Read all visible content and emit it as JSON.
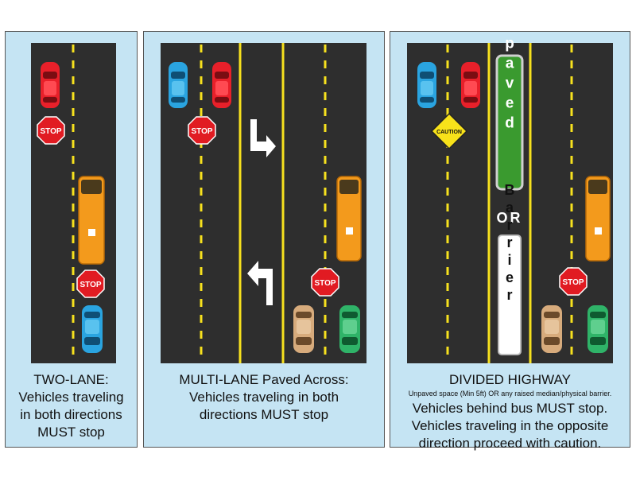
{
  "panels": [
    {
      "title": "TWO-LANE:",
      "caption_lines": [
        "Vehicles traveling",
        "in both directions",
        "MUST stop"
      ],
      "stop_label": "STOP"
    },
    {
      "title": "MULTI-LANE Paved Across:",
      "caption_lines": [
        "Vehicles traveling in both",
        "directions MUST stop"
      ],
      "stop_label": "STOP"
    },
    {
      "title": "DIVIDED HIGHWAY",
      "note": "Unpaved space (Min 5ft) OR any raised median/physical barrier.",
      "caption_lines": [
        "Vehicles behind bus MUST stop.",
        "Vehicles traveling in the opposite",
        "direction proceed with caution."
      ],
      "stop_label": "STOP",
      "caution_label": "CAUTION",
      "median_unpaved": "Unpaved",
      "median_or": "OR",
      "median_barrier": "Barrier"
    }
  ],
  "colors": {
    "road": "#2e2e2e",
    "lane_line": "#f7e11e",
    "panel_bg": "#c5e4f3",
    "bus": "#f39a1c",
    "stop_red": "#e11b22",
    "car_red": "#e8202a",
    "car_blue": "#2aa4e0",
    "car_tan": "#d7ab7c",
    "car_green": "#2fb368",
    "median_green": "#3a9a2f",
    "caution_yellow": "#f8e21a"
  }
}
